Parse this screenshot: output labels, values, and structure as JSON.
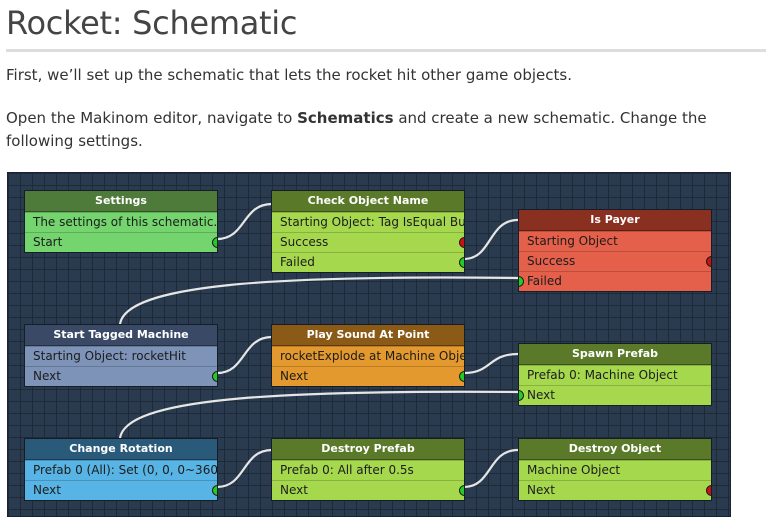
{
  "page": {
    "title": "Rocket: Schematic",
    "intro": "First, we’ll set up the schematic that lets the rocket hit other game objects.",
    "instruction_before": "Open the Makinom editor, navigate to ",
    "instruction_bold": "Schematics",
    "instruction_after": " and create a new schematic. Change the following settings."
  },
  "diagram": {
    "nodes": {
      "settings": {
        "title": "Settings",
        "rows": [
          "The settings of this schematic.",
          "Start"
        ]
      },
      "check_object_name": {
        "title": "Check Object Name",
        "rows": [
          "Starting Object: Tag IsEqual Bu",
          "Success",
          "Failed"
        ]
      },
      "is_payer": {
        "title": "Is Payer",
        "rows": [
          "Starting Object",
          "Success",
          "Failed"
        ]
      },
      "start_tagged_machine": {
        "title": "Start Tagged Machine",
        "rows": [
          "Starting Object: rocketHit",
          "Next"
        ]
      },
      "play_sound_at_point": {
        "title": "Play Sound At Point",
        "rows": [
          "rocketExplode at Machine Obje",
          "Next"
        ]
      },
      "spawn_prefab": {
        "title": "Spawn Prefab",
        "rows": [
          "Prefab 0: Machine Object",
          "Next"
        ]
      },
      "change_rotation": {
        "title": "Change Rotation",
        "rows": [
          "Prefab 0 (All): Set (0, 0, 0~360",
          "Next"
        ]
      },
      "destroy_prefab": {
        "title": "Destroy Prefab",
        "rows": [
          "Prefab 0: All after 0.5s",
          "Next"
        ]
      },
      "destroy_object": {
        "title": "Destroy Object",
        "rows": [
          "Machine Object",
          "Next"
        ]
      }
    },
    "colors": {
      "connected_port": "#22cc22",
      "unconnected_port": "#cc1111",
      "wire": "#e6e6e6",
      "grid_background": "#2b3b4f"
    }
  }
}
